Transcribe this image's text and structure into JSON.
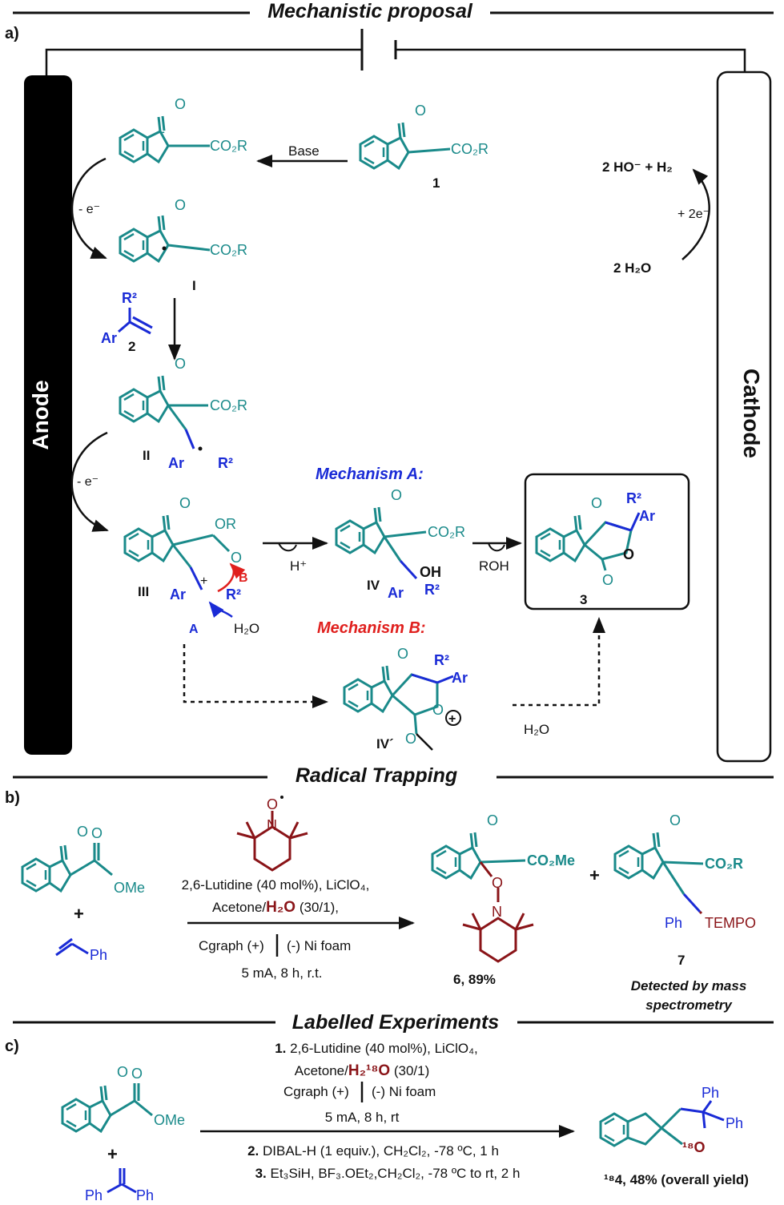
{
  "panel_a": {
    "header": "Mechanistic proposal",
    "label": "a)",
    "anode": "Anode",
    "cathode": "Cathode",
    "base": "Base",
    "minus_e1": "- e⁻",
    "minus_e2": "- e⁻",
    "plus_2e": "+ 2e⁻",
    "hydroxide_h2": "2 HO⁻ + H₂",
    "water2": "2 H₂O",
    "co2r": "CO₂R",
    "oxygen": "O",
    "or_group": "OR",
    "ar": "Ar",
    "r2": "R²",
    "oh": "OH",
    "h_plus": "H⁺",
    "roh": "ROH",
    "water": "H₂O",
    "arrow_a": "A",
    "arrow_b": "B",
    "mechanism_a": "Mechanism A:",
    "mechanism_b": "Mechanism B:",
    "cmp_1": "1",
    "cmp_2": "2",
    "cmp_3": "3",
    "int_I": "I",
    "int_II": "II",
    "int_III": "III",
    "int_IV": "IV",
    "int_IVp": "IV´"
  },
  "panel_b": {
    "header": "Radical Trapping",
    "label": "b)",
    "ome": "OMe",
    "co2me": "CO₂Me",
    "co2r": "CO₂R",
    "ph": "Ph",
    "tempo": "TEMPO",
    "plus": "+",
    "cond_line1": "2,6-Lutidine (40 mol%), LiClO₄,",
    "cond_line2_a": "Acetone/",
    "cond_line2_b": "H₂O",
    "cond_line2_c": "(30/1),",
    "cond_line3_a": "Cgraph (+)",
    "cond_line3_b": "(-) Ni foam",
    "cond_line4": "5 mA, 8 h, r.t.",
    "product6": "6, 89%",
    "product7": "7",
    "detected_1": "Detected by mass",
    "detected_2": "spectrometry"
  },
  "panel_c": {
    "header": "Labelled Experiments",
    "label": "c)",
    "ome": "OMe",
    "ph": "Ph",
    "o18": "¹⁸O",
    "plus": "+",
    "step1_a": "1.",
    "step1_b": "2,6-Lutidine (40 mol%), LiClO₄,",
    "step1_line2_a": "Acetone/",
    "step1_line2_b": "H₂¹⁸O",
    "step1_line2_c": "(30/1)",
    "step1_line3_a": "Cgraph (+)",
    "step1_line3_b": "(-) Ni foam",
    "step1_line4": "5 mA, 8 h, rt",
    "step2_a": "2.",
    "step2_b": "DIBAL-H (1 equiv.), CH₂Cl₂, -78 ºC, 1 h",
    "step3_a": "3.",
    "step3_b": "Et₃SiH, BF₃.OEt₂,CH₂Cl₂, -78 ºC to rt, 2 h",
    "product": "¹⁸4, 48% (overall yield)"
  }
}
